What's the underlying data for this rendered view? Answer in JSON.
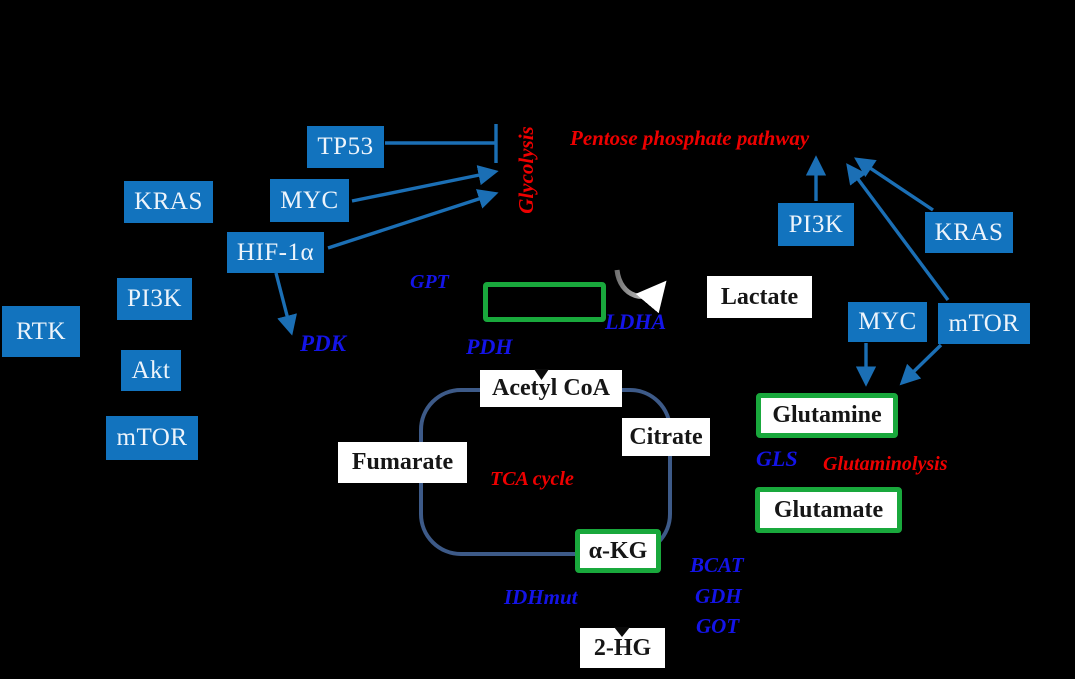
{
  "labels": {
    "tp53": "TP53",
    "kras_left": "KRAS",
    "myc_left": "MYC",
    "hif1a": "HIF-1α",
    "pi3k_left": "PI3K",
    "rtk": "RTK",
    "akt": "Akt",
    "mtor_left": "mTOR",
    "pi3k_right": "PI3K",
    "kras_right": "KRAS",
    "myc_right": "MYC",
    "mtor_right": "mTOR"
  },
  "pathways": {
    "glycolysis": "Glycolysis",
    "pentose": "Pentose phosphate pathway",
    "tca": "TCA cycle",
    "glutaminolysis": "Glutaminolysis"
  },
  "enzymes": {
    "gpt": "GPT",
    "pdk": "PDK",
    "pdh": "PDH",
    "ldha": "LDHA",
    "gls": "GLS",
    "idhmut": "IDHmut",
    "bcat": "BCAT",
    "gdh": "GDH",
    "got": "GOT"
  },
  "metabolites": {
    "lactate": "Lactate",
    "acetyl_coa": "Acetyl CoA",
    "citrate": "Citrate",
    "fumarate": "Fumarate",
    "akg": "α-KG",
    "two_hg": "2-HG",
    "glutamine": "Glutamine",
    "glutamate": "Glutamate"
  },
  "colors": {
    "background": "#000000",
    "gene_box_fill": "#1273BE",
    "gene_box_text": "#EDF4FB",
    "enzyme_text": "#1414E8",
    "pathway_text": "#EE0000",
    "activation_arrow": "#1B6FB5",
    "green_border": "#19A83C",
    "tca_ring": "#3D5A88",
    "metabolite_box_fill": "#FFFFFF"
  }
}
